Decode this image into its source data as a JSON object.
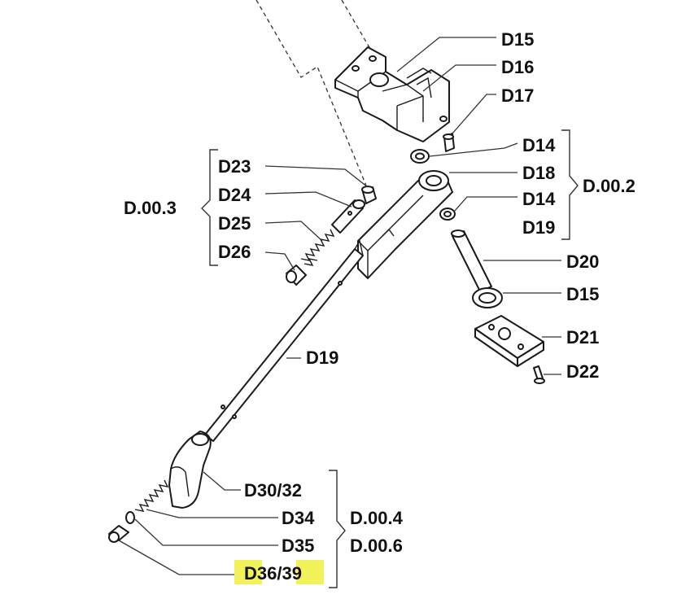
{
  "labels": {
    "D15_top": "D15",
    "D16": "D16",
    "D17": "D17",
    "D14_a": "D14",
    "D18": "D18",
    "D14_b": "D14",
    "D19_right": "D19",
    "D20": "D20",
    "D15_mid": "D15",
    "D21": "D21",
    "D22": "D22",
    "D23": "D23",
    "D24": "D24",
    "D25": "D25",
    "D26": "D26",
    "D19_rod": "D19",
    "D30_32": "D30/32",
    "D34": "D34",
    "D35": "D35",
    "D36_prefix": "D",
    "D36_mid": "36/",
    "D36_suffix": "39"
  },
  "groups": {
    "D002": "D.00.2",
    "D003": "D.00.3",
    "D004": "D.00.4",
    "D006": "D.00.6"
  },
  "colors": {
    "highlight": "#f2f25a",
    "line": "#1a1a1a"
  }
}
